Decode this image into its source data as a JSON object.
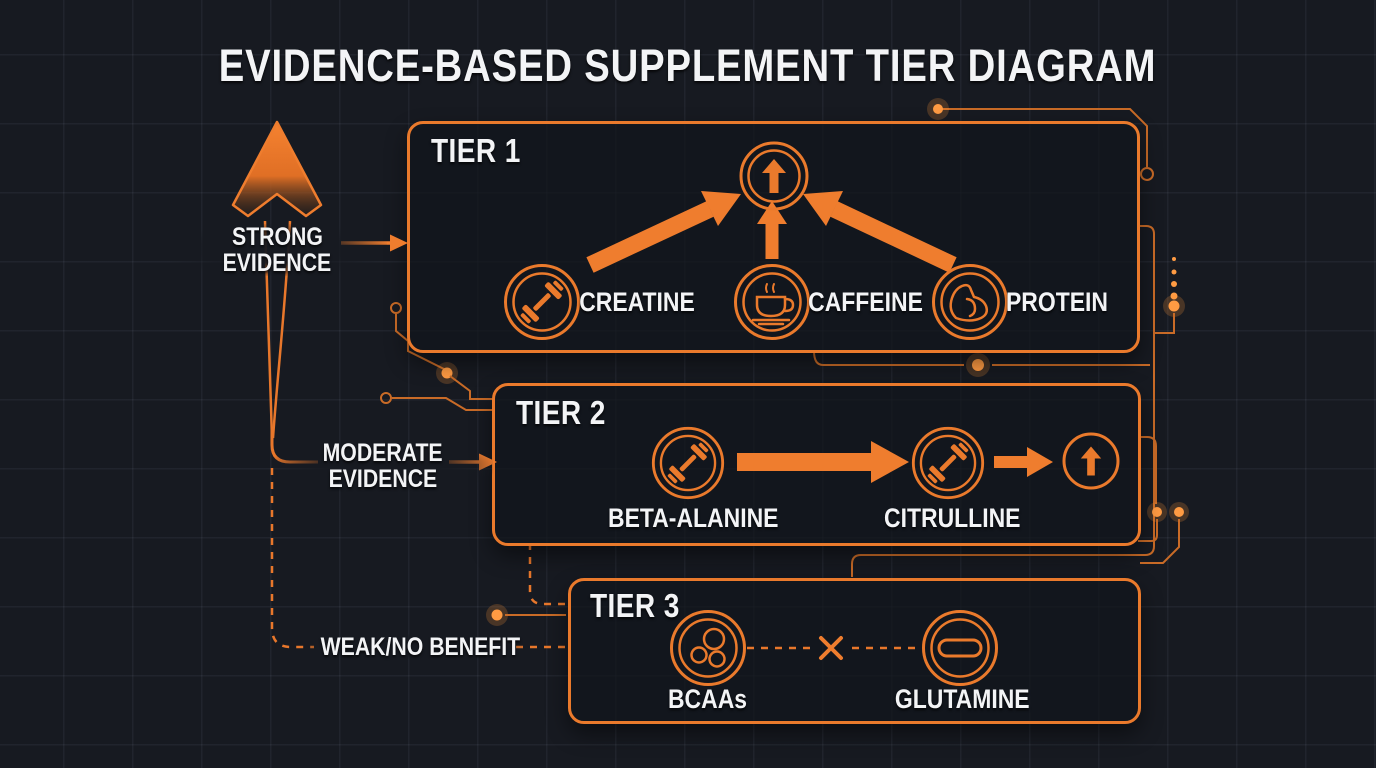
{
  "title": "EVIDENCE-BASED SUPPLEMENT TIER DIAGRAM",
  "theme": {
    "background": "#171a21",
    "grid_line": "#262b34",
    "accent_orange": "#ea7a2c",
    "arrow_orange": "#ef7d2e",
    "bright_dot_orange": "#ff9b43",
    "text_white": "#f3f4f6"
  },
  "evidence": {
    "strong": {
      "line1": "STRONG",
      "line2": "EVIDENCE"
    },
    "moderate": {
      "line1": "MODERATE",
      "line2": "EVIDENCE"
    },
    "weak": {
      "label": "WEAK/NO BENEFIT"
    }
  },
  "tiers": [
    {
      "label": "TIER 1",
      "result_icon": "up-arrow-badge-icon",
      "items": [
        {
          "name": "CREATINE",
          "icon": "dumbbell-icon"
        },
        {
          "name": "CAFFEINE",
          "icon": "coffee-cup-icon"
        },
        {
          "name": "PROTEIN",
          "icon": "flexed-arm-icon"
        }
      ]
    },
    {
      "label": "TIER 2",
      "result_icon": "up-arrow-badge-icon",
      "items": [
        {
          "name": "BETA-ALANINE",
          "icon": "dumbbell-icon"
        },
        {
          "name": "CITRULLINE",
          "icon": "dumbbell-icon"
        }
      ]
    },
    {
      "label": "TIER 3",
      "result_icon": "crossed-out-connection-icon",
      "items": [
        {
          "name": "BCAAs",
          "icon": "molecule-icon"
        },
        {
          "name": "GLUTAMINE",
          "icon": "minus-pill-icon"
        }
      ]
    }
  ]
}
